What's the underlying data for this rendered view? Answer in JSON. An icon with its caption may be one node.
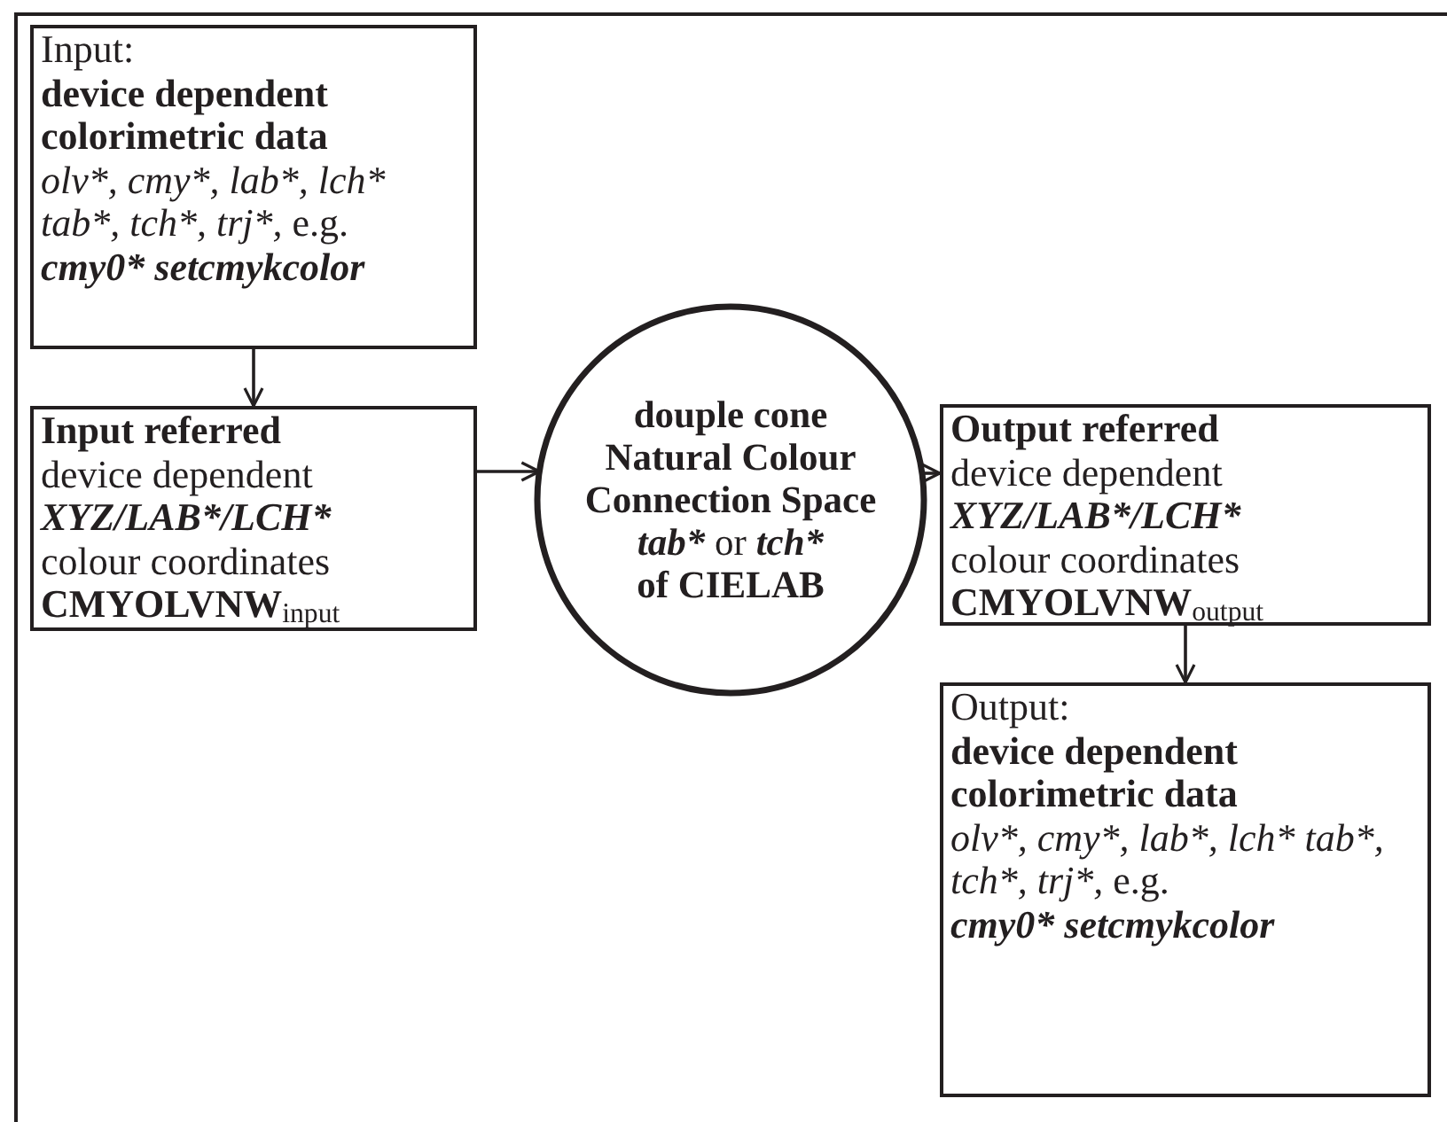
{
  "diagram": {
    "nodes": [
      {
        "text": [
          "Input:",
          "device dependent colorimetric data",
          "olv*, cmy*, lab*, lch* tab*, tch*, trj*,",
          "e.g.",
          "cmy0* setcmykcolor"
        ]
      },
      {
        "text": [
          "Input referred",
          "device dependent",
          "XYZ/LAB*/LCH*",
          "colour coordinates",
          "CMYOLVNW$_{input}$"
        ]
      },
      {
        "text": [
          "douple cone Natural Colour Connection Space",
          "tab*",
          "or",
          "tch*",
          "of CIELAB"
        ]
      },
      {
        "text": [
          "Output referred",
          "device dependent",
          "XYZ/LAB*/LCH*",
          "colour coordinates",
          "CMYOLVNW$_{output}$"
        ]
      },
      {
        "text": [
          "Output:",
          "device dependent colorimetric data",
          "olv*, cmy*, lab*, lch* tab*, tch*, trj*,",
          "e.g.",
          "cmy0* setcmykcolor"
        ]
      }
    ],
    "edges": [
      {
        "from": 0,
        "to": 1,
        "arrow": "to"
      },
      {
        "from": 1,
        "to": 2,
        "arrow": "to"
      },
      {
        "from": 2,
        "to": 3,
        "arrow": "to"
      },
      {
        "from": 3,
        "to": 4,
        "arrow": "to"
      }
    ]
  }
}
